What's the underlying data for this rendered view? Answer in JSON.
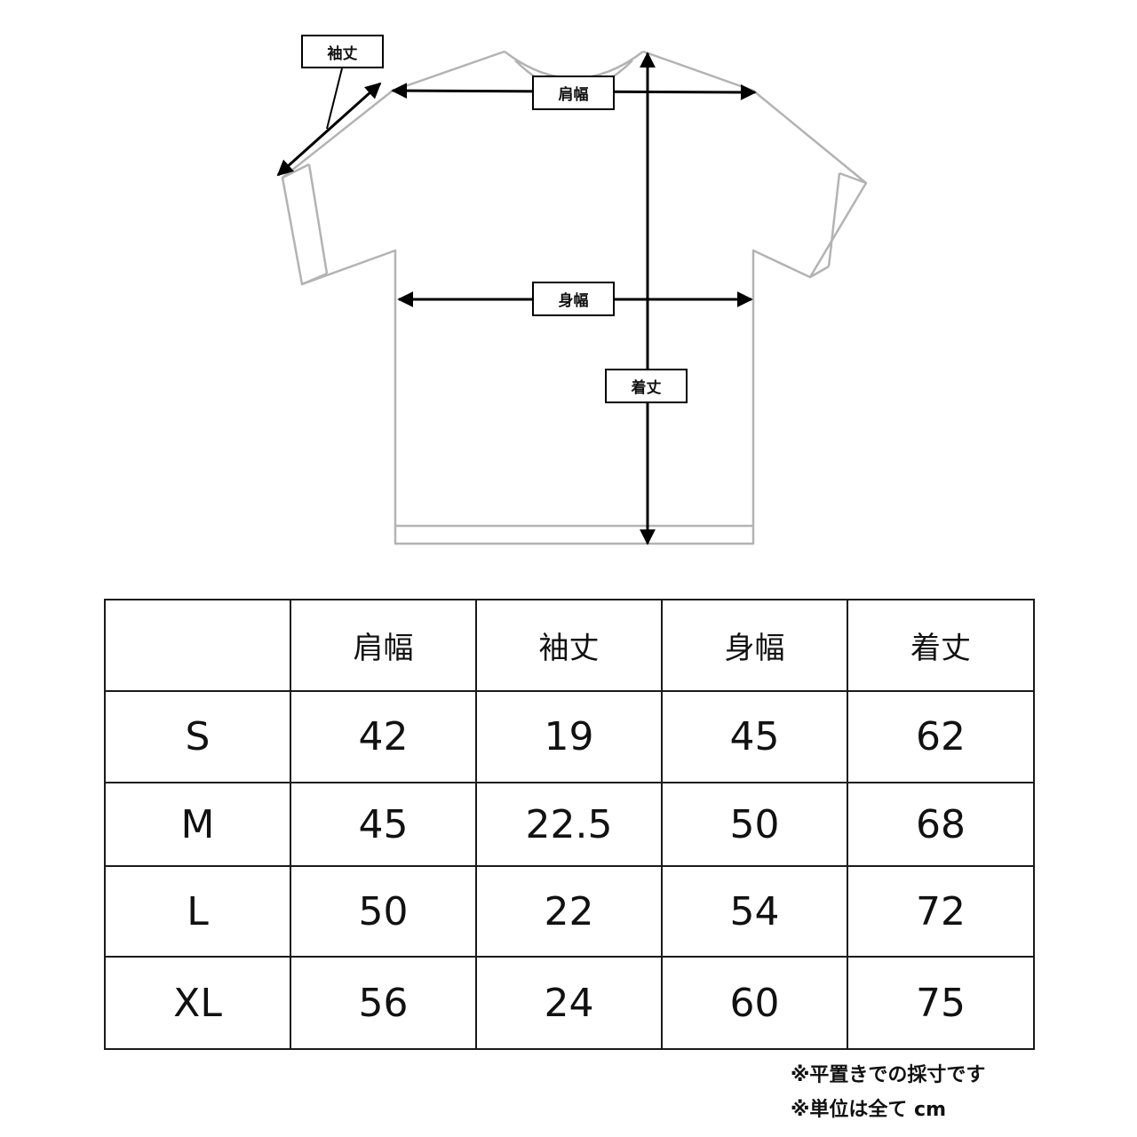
{
  "diagram": {
    "labels": {
      "sleeve_length": "袖丈",
      "shoulder_width": "肩幅",
      "body_width": "身幅",
      "total_length": "着丈"
    }
  },
  "size_table": {
    "headers": [
      "",
      "肩幅",
      "袖丈",
      "身幅",
      "着丈"
    ],
    "rows": [
      [
        "S",
        "42",
        "19",
        "45",
        "62"
      ],
      [
        "M",
        "45",
        "22.5",
        "50",
        "68"
      ],
      [
        "L",
        "50",
        "22",
        "54",
        "72"
      ],
      [
        "XL",
        "56",
        "24",
        "60",
        "75"
      ]
    ]
  },
  "notes": [
    "※平置きでの採寸です",
    "※単位は全て cm"
  ]
}
